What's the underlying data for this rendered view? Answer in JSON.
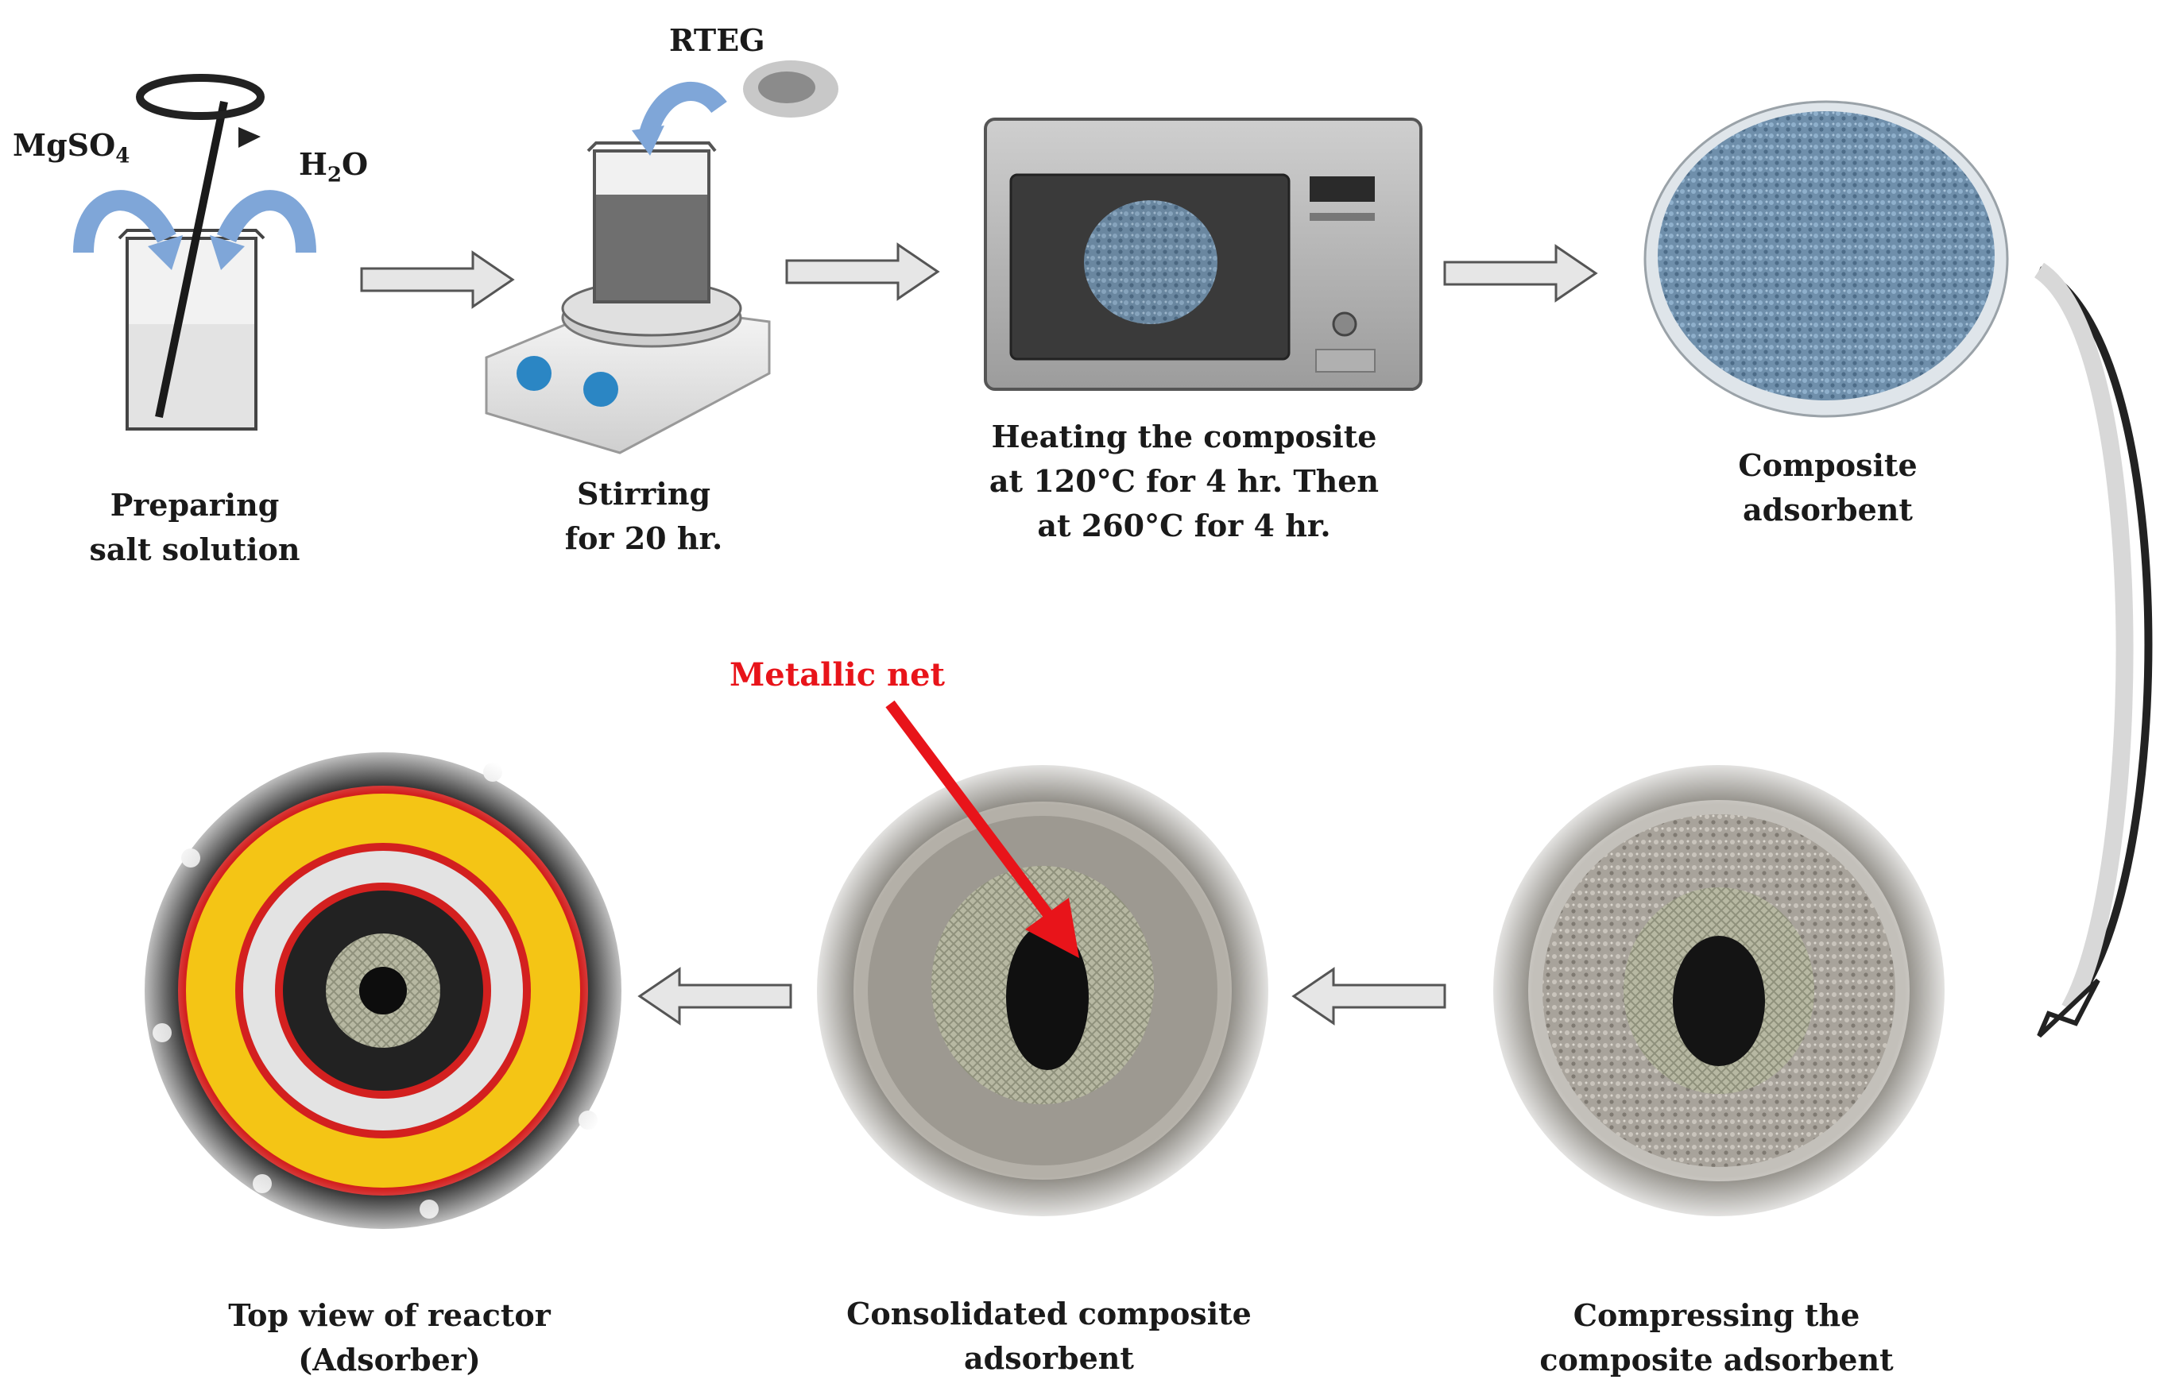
{
  "steps": [
    {
      "id": "prep",
      "lines": [
        "Preparing",
        "salt solution"
      ]
    },
    {
      "id": "stir",
      "lines": [
        "Stirring",
        "for 20 hr."
      ]
    },
    {
      "id": "heat",
      "lines": [
        "Heating the composite",
        "at 120°C for 4 hr. Then",
        "at 260°C for 4 hr."
      ]
    },
    {
      "id": "composite",
      "lines": [
        "Composite",
        "adsorbent"
      ]
    },
    {
      "id": "compress",
      "lines": [
        "Compressing the",
        "composite adsorbent"
      ]
    },
    {
      "id": "consolidated",
      "lines": [
        "Consolidated composite",
        "adsorbent"
      ]
    },
    {
      "id": "reactor",
      "lines": [
        "Top view of reactor",
        "(Adsorber)"
      ]
    }
  ],
  "reagents": {
    "salt": {
      "base": "MgSO",
      "sub": "4"
    },
    "water": {
      "base": "H",
      "sub": "2",
      "tail": "O"
    },
    "rteg": "RTEG"
  },
  "annotation": {
    "metallic_net": "Metallic net"
  },
  "colors": {
    "curl_arrow": "#7fa6d8",
    "block_arrow": "#e6e6e6",
    "adsorbent": "#6e8eaa",
    "annotation": "#e8141a",
    "reactor_yellow": "#f4c515",
    "reactor_red": "#d3201f"
  }
}
